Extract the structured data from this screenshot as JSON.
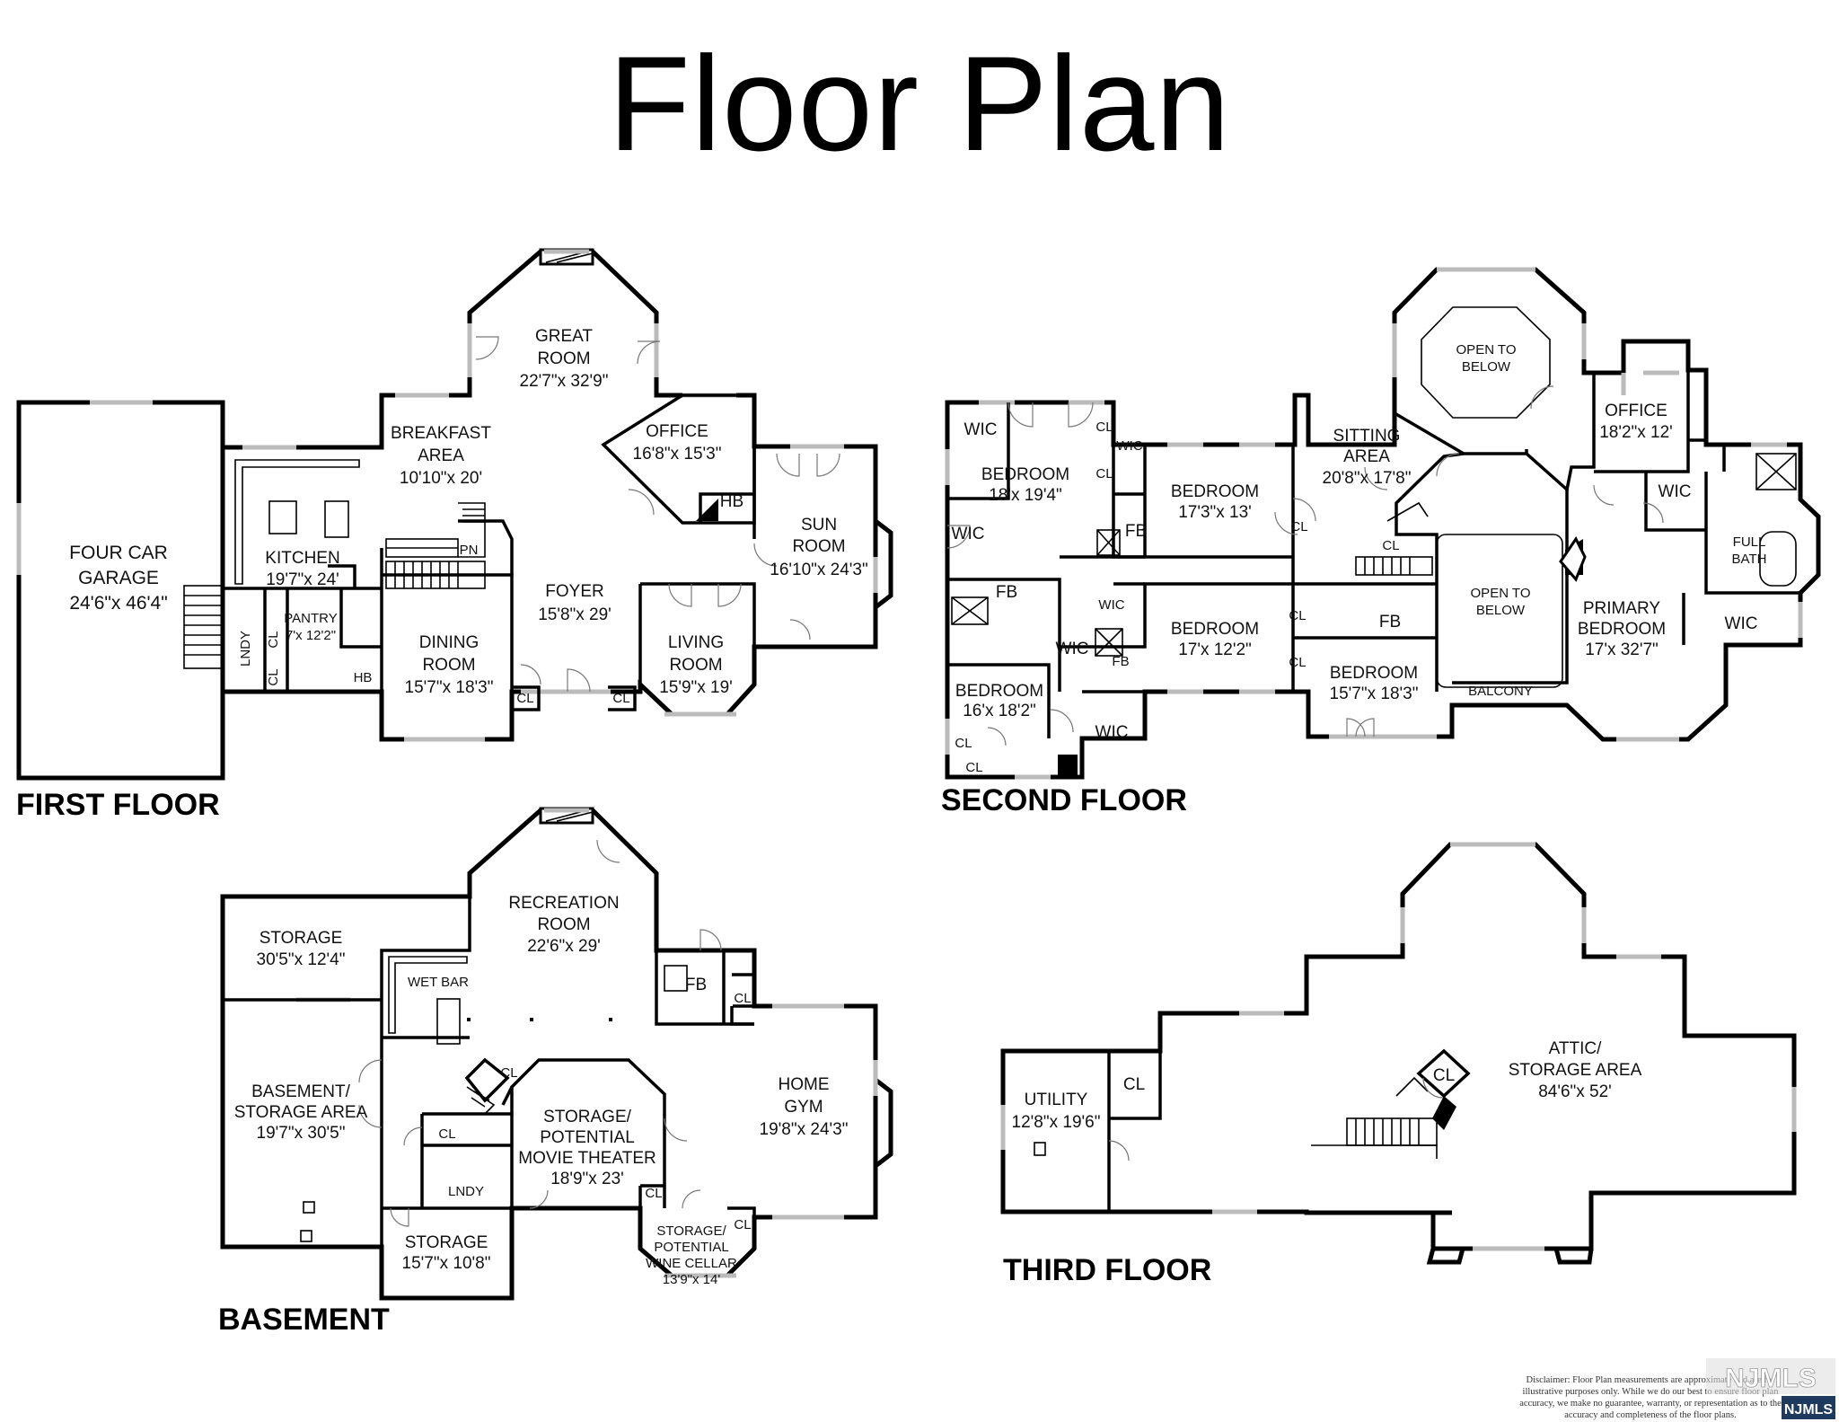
{
  "title": "Floor Plan",
  "floors": {
    "first": {
      "label": "FIRST FLOOR",
      "rooms": [
        {
          "name": "FOUR CAR\nGARAGE",
          "dim": "24'6\"x 46'4\""
        },
        {
          "name": "KITCHEN",
          "dim": "19'7\"x 24'"
        },
        {
          "name": "BREAKFAST\nAREA",
          "dim": "10'10\"x 20'"
        },
        {
          "name": "GREAT\nROOM",
          "dim": "22'7\"x 32'9\""
        },
        {
          "name": "OFFICE",
          "dim": "16'8\"x 15'3\""
        },
        {
          "name": "SUN\nROOM",
          "dim": "16'10\"x 24'3\""
        },
        {
          "name": "FOYER",
          "dim": "15'8\"x 29'"
        },
        {
          "name": "DINING\nROOM",
          "dim": "15'7\"x 18'3\""
        },
        {
          "name": "LIVING\nROOM",
          "dim": "15'9\"x 19'"
        },
        {
          "name": "PANTRY",
          "dim": "7'x 12'2\""
        }
      ],
      "small": [
        "LNDY",
        "CL",
        "CL",
        "HB",
        "PN",
        "HB",
        "CL",
        "CL"
      ]
    },
    "second": {
      "label": "SECOND FLOOR",
      "rooms": [
        {
          "name": "OPEN TO\nBELOW",
          "dim": ""
        },
        {
          "name": "OFFICE",
          "dim": "18'2\"x 12'"
        },
        {
          "name": "SITTING\nAREA",
          "dim": "20'8\"x 17'8\""
        },
        {
          "name": "BEDROOM",
          "dim": "18'x 19'4\""
        },
        {
          "name": "BEDROOM",
          "dim": "17'3\"x 13'"
        },
        {
          "name": "BEDROOM",
          "dim": "17'x 12'2\""
        },
        {
          "name": "BEDROOM",
          "dim": "16'x 18'2\""
        },
        {
          "name": "BEDROOM",
          "dim": "15'7\"x 18'3\""
        },
        {
          "name": "OPEN TO\nBELOW",
          "dim": ""
        },
        {
          "name": "PRIMARY\nBEDROOM",
          "dim": "17'x 32'7\""
        },
        {
          "name": "FULL\nBATH",
          "dim": ""
        },
        {
          "name": "BALCONY",
          "dim": ""
        }
      ],
      "small": [
        "WIC",
        "WIC",
        "CL",
        "CL",
        "WIC",
        "FB",
        "FB",
        "WIC",
        "FB",
        "WIC",
        "WIC",
        "CL",
        "CL",
        "CL",
        "CL",
        "CL",
        "FB",
        "WIC",
        "WIC",
        "CL"
      ]
    },
    "basement": {
      "label": "BASEMENT",
      "rooms": [
        {
          "name": "STORAGE",
          "dim": "30'5\"x 12'4\""
        },
        {
          "name": "RECREATION\nROOM",
          "dim": "22'6\"x 29'"
        },
        {
          "name": "WET BAR",
          "dim": ""
        },
        {
          "name": "BASEMENT/\nSTORAGE AREA",
          "dim": "19'7\"x 30'5\""
        },
        {
          "name": "STORAGE/\nPOTENTIAL\nMOVIE THEATER",
          "dim": "18'9\"x 23'"
        },
        {
          "name": "HOME\nGYM",
          "dim": "19'8\"x 24'3\""
        },
        {
          "name": "STORAGE",
          "dim": "15'7\"x 10'8\""
        },
        {
          "name": "STORAGE/\nPOTENTIAL\nWINE CELLAR",
          "dim": "13'9\"x 14'"
        }
      ],
      "small": [
        "FB",
        "CL",
        "CL",
        "CL",
        "LNDY",
        "CL",
        "CL"
      ]
    },
    "third": {
      "label": "THIRD FLOOR",
      "rooms": [
        {
          "name": "UTILITY",
          "dim": "12'8\"x 19'6\""
        },
        {
          "name": "ATTIC/\nSTORAGE AREA",
          "dim": "84'6\"x 52'"
        }
      ],
      "small": [
        "CL",
        "CL"
      ]
    }
  },
  "disclaimer": [
    "Disclaimer: Floor Plan measurements are approximate and are for",
    "illustrative purposes only. While we do our best to ensure floor plan",
    "accuracy, we make no guarantee, warranty, or representation as to the",
    "accuracy and completeness of the floor plans."
  ],
  "watermark": "NJMLS",
  "colors": {
    "walls": "#000000",
    "windows": "#bbbbbb",
    "background": "#ffffff"
  }
}
